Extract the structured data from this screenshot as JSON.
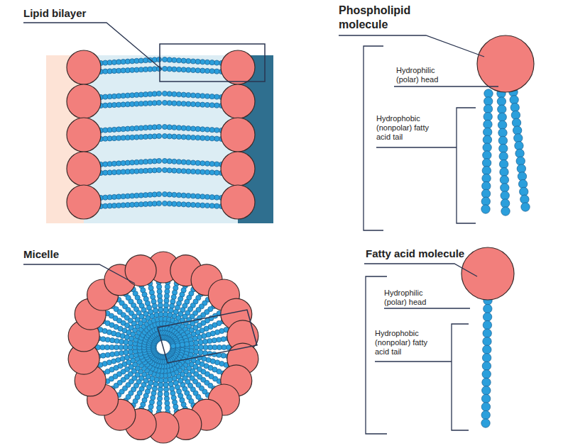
{
  "diagram": {
    "labels": [
      "Lipid bilayer",
      "Phospholipid molecule",
      "Hydrophilic (polar) head",
      "Hydrophobic (nonpolar) fatty acid tail",
      "Micelle",
      "Fatty acid molecule",
      "Hydrophilic (polar) head",
      "Hydrophobic (nonpolar) fatty acid tail"
    ]
  }
}
